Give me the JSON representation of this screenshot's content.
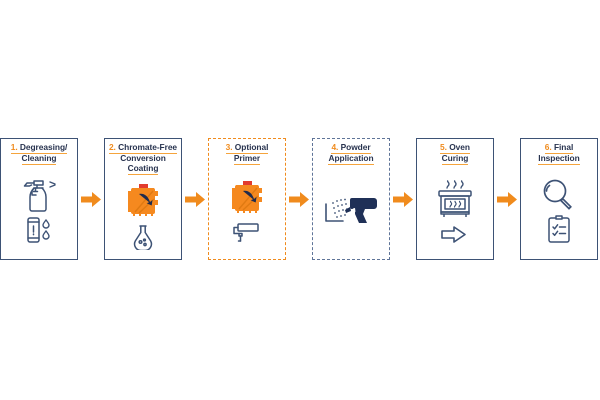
{
  "diagram": {
    "title_visible": false,
    "colors": {
      "navy": "#28334f",
      "border_blue": "#3d5275",
      "orange": "#f08b1d",
      "underline_orange": "#f5a43c",
      "dashed_blue": "#5f7498",
      "icon_stroke": "#3d5275",
      "background": "#ffffff"
    },
    "steps": [
      {
        "number": "1.",
        "label": "Degreasing/ Cleaning",
        "line1": "Degreasing/",
        "line2": "Cleaning",
        "border": "solid-blue",
        "icons": [
          "spray-bottle-icon",
          "cleaner-bottle-droplets-icon"
        ]
      },
      {
        "number": "2.",
        "label": "Chromate-Free Conversion Coating",
        "line1": "Chromate-Free",
        "line2": "Conversion",
        "line3": "Coating",
        "border": "solid-blue",
        "icons": [
          "chemical-jerrycan-icon",
          "flask-icon"
        ]
      },
      {
        "number": "3.",
        "label": "Optional Primer",
        "line1": "Optional",
        "line2": "Primer",
        "border": "dashed-orange",
        "icons": [
          "chemical-jerrycan-icon",
          "paint-roller-icon"
        ]
      },
      {
        "number": "4.",
        "label": "Powder Application",
        "line1": "Powder",
        "line2": "Application",
        "border": "dashed-blue",
        "icons": [
          "powder-spray-gun-icon"
        ]
      },
      {
        "number": "5.",
        "label": "Oven Curing",
        "line1": "Oven",
        "line2": "Curing",
        "border": "solid-blue",
        "icons": [
          "curing-oven-icon",
          "arrow-outline-icon"
        ]
      },
      {
        "number": "6.",
        "label": "Final Inspection",
        "line1": "Final",
        "line2": "Inspection",
        "border": "solid-blue",
        "icons": [
          "magnifying-glass-icon",
          "checklist-clipboard-icon"
        ]
      }
    ],
    "connectors": [
      {
        "name": "arrow-1-to-2",
        "glyph": "right-arrow-icon"
      },
      {
        "name": "arrow-2-to-3",
        "glyph": "right-arrow-icon"
      },
      {
        "name": "arrow-3-to-4",
        "glyph": "right-arrow-icon"
      },
      {
        "name": "arrow-4-to-5",
        "glyph": "right-arrow-icon"
      },
      {
        "name": "arrow-5-to-6",
        "glyph": "right-arrow-icon"
      }
    ]
  }
}
